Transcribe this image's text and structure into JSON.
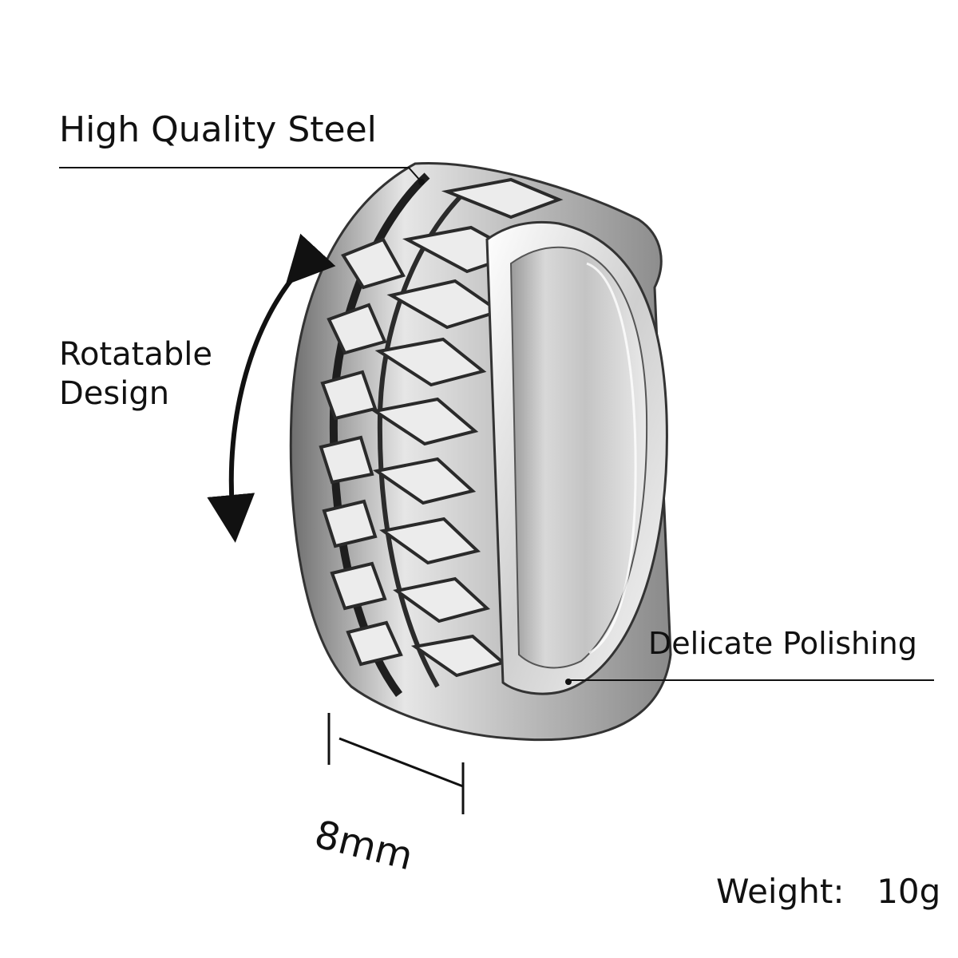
{
  "features": {
    "material": "High Quality Steel",
    "rotation_line1": "Rotatable",
    "rotation_line2": "Design",
    "finish": "Delicate Polishing"
  },
  "specs": {
    "width": "8mm",
    "weight_label": "Weight:",
    "weight_value": "10g"
  },
  "colors": {
    "text": "#111111",
    "background": "#ffffff",
    "steel_light": "#f2f2f2",
    "steel_mid": "#b9b9b9",
    "steel_dark": "#2a2a2a"
  },
  "icons": {
    "rotation": "curved-double-arrow-icon",
    "dimension": "dimension-bracket-icon"
  }
}
